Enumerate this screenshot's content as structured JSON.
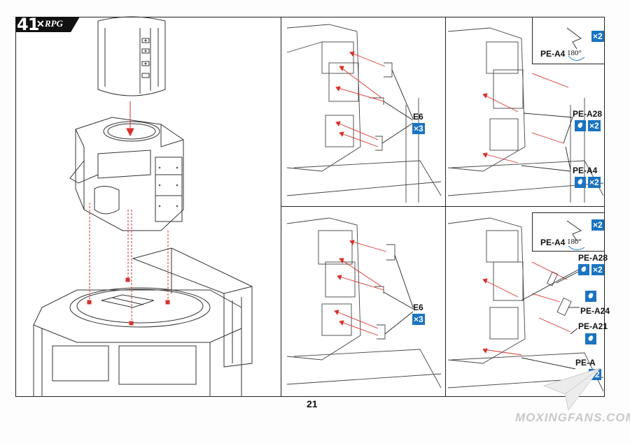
{
  "step": {
    "number": "41",
    "brand": "RPG"
  },
  "page_number": "21",
  "panels": {
    "top_left": {
      "part": "E6",
      "qty": "×3"
    },
    "top_right": {
      "inset_part": "PE-A4",
      "inset_qty": "×2",
      "inset_rotation": "180°",
      "part_a": "PE-A28",
      "part_a_qty": "×2",
      "part_b": "PE-A4",
      "part_b_qty": "×2"
    },
    "bottom_left": {
      "part": "E6",
      "qty": "×3"
    },
    "bottom_right": {
      "inset_part": "PE-A4",
      "inset_qty": "×2",
      "inset_rotation": "180°",
      "part_a": "PE-A28",
      "part_a_qty": "×2",
      "part_b": "PE-A24",
      "part_c": "PE-A21",
      "part_d": "PE-A",
      "part_d_qty": "×2"
    }
  },
  "watermark": "MOXINGFANS.COM",
  "colors": {
    "arrow": "#d9312b",
    "badge": "#1b74c0",
    "line": "#333333"
  }
}
